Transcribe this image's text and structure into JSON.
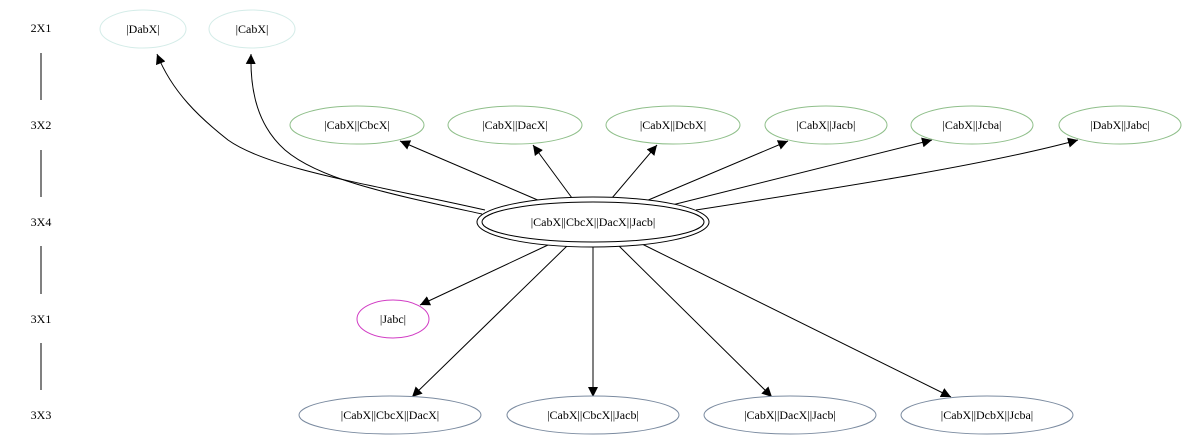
{
  "levels": [
    {
      "label": "2X1"
    },
    {
      "label": "3X2"
    },
    {
      "label": "3X4"
    },
    {
      "label": "3X1"
    },
    {
      "label": "3X3"
    }
  ],
  "nodes": {
    "dabx": {
      "label": "|DabX|",
      "stroke": "#d4ece8"
    },
    "cabx": {
      "label": "|CabX|",
      "stroke": "#d4ece8"
    },
    "cabx_cbcx": {
      "label": "|CabX||CbcX|",
      "stroke": "#8fbf8a"
    },
    "cabx_dacx": {
      "label": "|CabX||DacX|",
      "stroke": "#8fbf8a"
    },
    "cabx_dcbx": {
      "label": "|CabX||DcbX|",
      "stroke": "#8fbf8a"
    },
    "cabx_jacb": {
      "label": "|CabX||Jacb|",
      "stroke": "#8fbf8a"
    },
    "cabx_jcba": {
      "label": "|CabX||Jcba|",
      "stroke": "#8fbf8a"
    },
    "dabx_jabc": {
      "label": "|DabX||Jabc|",
      "stroke": "#8fbf8a"
    },
    "center": {
      "label": "|CabX||CbcX||DacX||Jacb|",
      "stroke": "#000000"
    },
    "jabc": {
      "label": "|Jabc|",
      "stroke": "#d13cc4"
    },
    "cabx_cbcx_dacx": {
      "label": "|CabX||CbcX||DacX|",
      "stroke": "#7b8ba0"
    },
    "cabx_cbcx_jacb": {
      "label": "|CabX||CbcX||Jacb|",
      "stroke": "#7b8ba0"
    },
    "cabx_dacx_jacb": {
      "label": "|CabX||DacX||Jacb|",
      "stroke": "#7b8ba0"
    },
    "cabx_dcbx_jcba": {
      "label": "|CabX||DcbX||Jcba|",
      "stroke": "#7b8ba0"
    }
  },
  "edges": [
    {
      "from": "center",
      "to": "dabx"
    },
    {
      "from": "center",
      "to": "cabx"
    },
    {
      "from": "center",
      "to": "cabx_cbcx"
    },
    {
      "from": "center",
      "to": "cabx_dacx"
    },
    {
      "from": "center",
      "to": "cabx_dcbx"
    },
    {
      "from": "center",
      "to": "cabx_jacb"
    },
    {
      "from": "center",
      "to": "cabx_jcba"
    },
    {
      "from": "center",
      "to": "dabx_jabc"
    },
    {
      "from": "center",
      "to": "jabc"
    },
    {
      "from": "center",
      "to": "cabx_cbcx_dacx"
    },
    {
      "from": "center",
      "to": "cabx_cbcx_jacb"
    },
    {
      "from": "center",
      "to": "cabx_dacx_jacb"
    },
    {
      "from": "center",
      "to": "cabx_dcbx_jcba"
    }
  ]
}
